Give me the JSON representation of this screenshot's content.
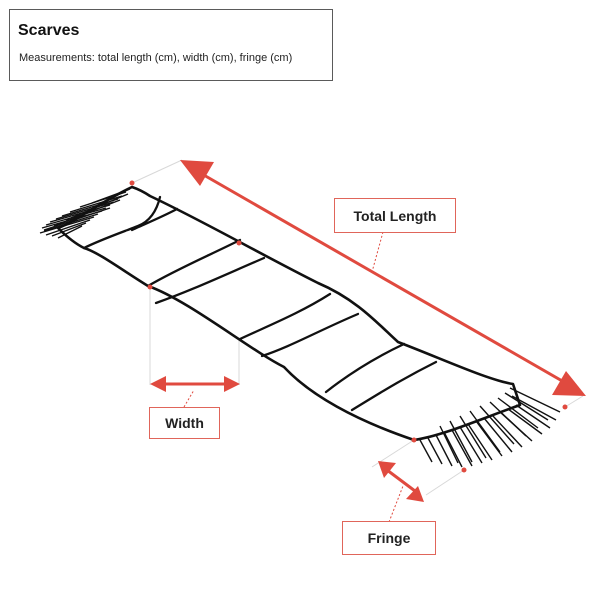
{
  "header": {
    "title": "Scarves",
    "subtitle": "Measurements: total length (cm), width (cm), fringe (cm)"
  },
  "labels": {
    "total_length": "Total Length",
    "width": "Width",
    "fringe": "Fringe"
  },
  "colors": {
    "accent": "#e04a3f",
    "callout_border": "#e0655a",
    "outline": "#111111",
    "guide": "#d8d8d8"
  },
  "icons": {
    "scarf": "scarf-illustration",
    "arrow": "double-headed-arrow"
  }
}
